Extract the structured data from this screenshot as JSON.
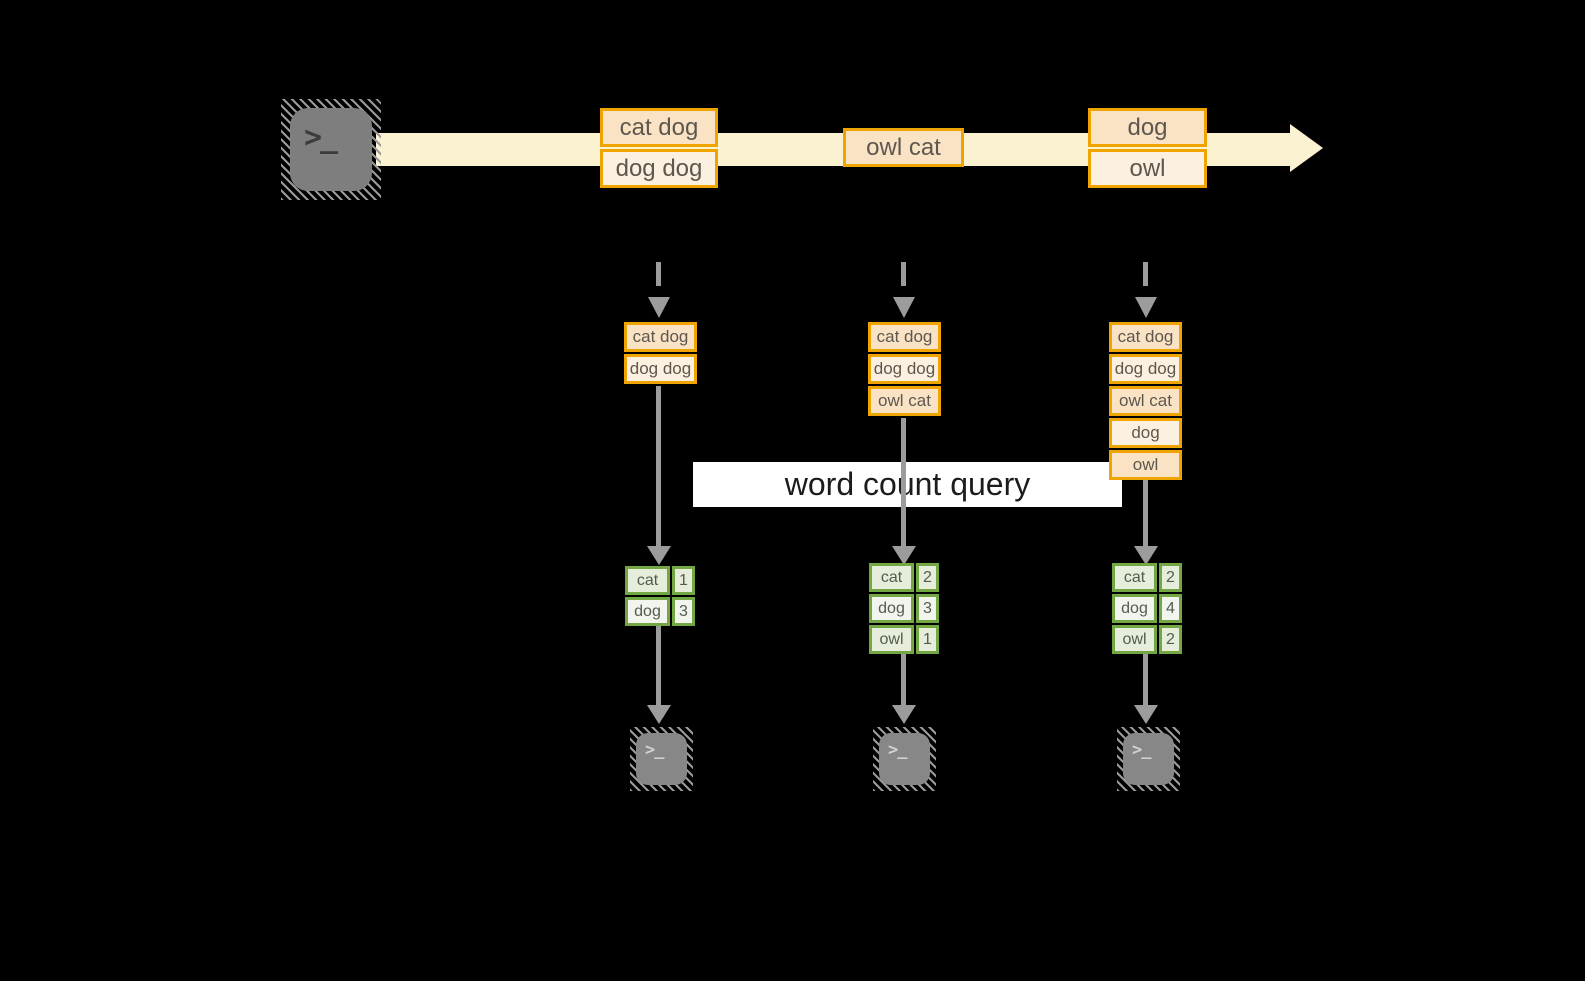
{
  "banner": {
    "label": "word count query"
  },
  "icons": {
    "prompt_glyph": ">_"
  },
  "stream": {
    "batches": [
      {
        "lines": [
          "cat dog",
          "dog dog"
        ]
      },
      {
        "lines": [
          "owl cat"
        ]
      },
      {
        "lines": [
          "dog",
          "owl"
        ]
      }
    ]
  },
  "columns": [
    {
      "buffer": [
        "cat dog",
        "dog dog"
      ],
      "counts": [
        [
          "cat",
          "1"
        ],
        [
          "dog",
          "3"
        ]
      ]
    },
    {
      "buffer": [
        "cat dog",
        "dog dog",
        "owl cat"
      ],
      "counts": [
        [
          "cat",
          "2"
        ],
        [
          "dog",
          "3"
        ],
        [
          "owl",
          "1"
        ]
      ]
    },
    {
      "buffer": [
        "cat dog",
        "dog dog",
        "owl cat",
        "dog",
        "owl"
      ],
      "counts": [
        [
          "cat",
          "2"
        ],
        [
          "dog",
          "4"
        ],
        [
          "owl",
          "2"
        ]
      ]
    }
  ],
  "colors": {
    "amber_border": "#F0A400",
    "peach_fill": "#FAE3C5",
    "cream_fill": "#FCF1E0",
    "stream_arrow": "#FBF2D2",
    "green_border": "#73A743",
    "sage_fill": "#E6EDDA",
    "sage_light_fill": "#F2F5EE",
    "arrow_gray": "#9C9C9C",
    "banner_bg": "#FFFFFF"
  }
}
